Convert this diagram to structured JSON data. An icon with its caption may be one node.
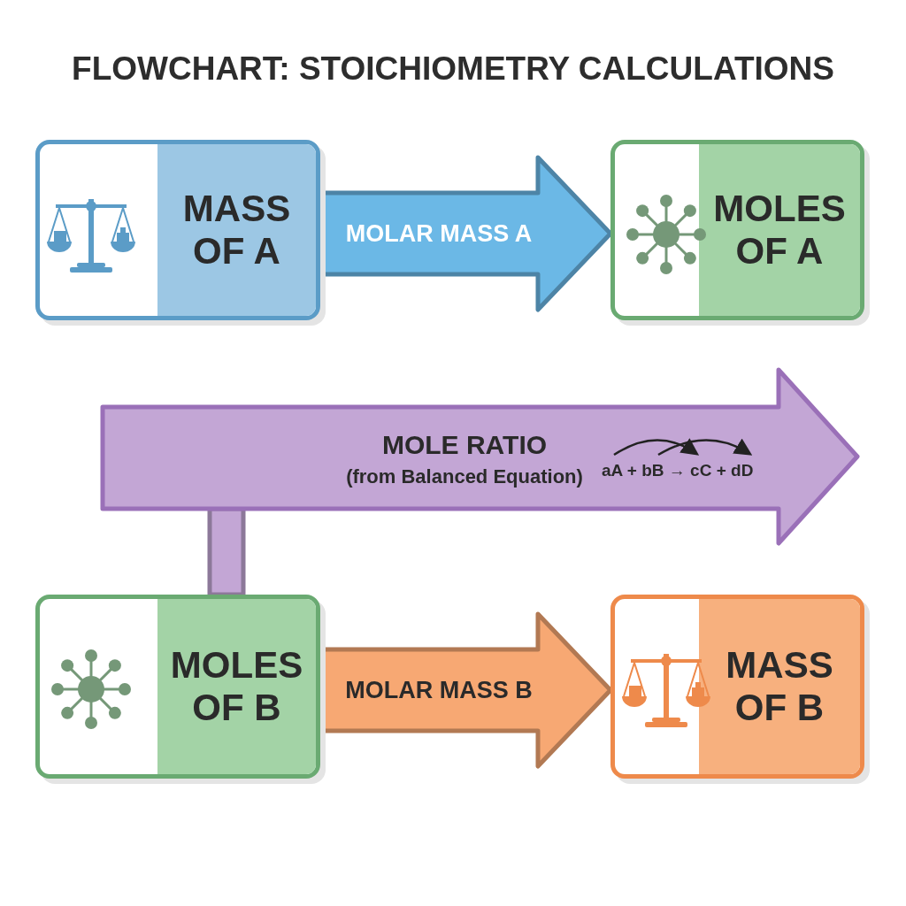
{
  "diagram": {
    "title": "FLOWCHART: STOICHIOMETRY CALCULATIONS",
    "nodes": [
      {
        "text": [
          "MASS OF A"
        ]
      },
      {
        "text": [
          "MOLES OF A"
        ]
      },
      {
        "text": [
          "MOLES OF B"
        ]
      },
      {
        "text": [
          "MASS OF B"
        ]
      },
      {
        "text": [
          "MOLE RATIO",
          "(from Balanced Equation)",
          "aA + bB → cC + dD"
        ]
      }
    ],
    "edges": [
      {
        "from": 0,
        "to": 1,
        "arrow": "to",
        "label": "MOLAR MASS A",
        "style": "thick",
        "color": "#6bb8e6"
      },
      {
        "from": 2,
        "to": 3,
        "arrow": "to",
        "label": "MOLAR MASS B",
        "style": "thick",
        "color": "#f7a873"
      },
      {
        "from": 2,
        "to": 4,
        "arrow": "none",
        "style": "thick",
        "color": "#c3a6d5"
      }
    ]
  }
}
